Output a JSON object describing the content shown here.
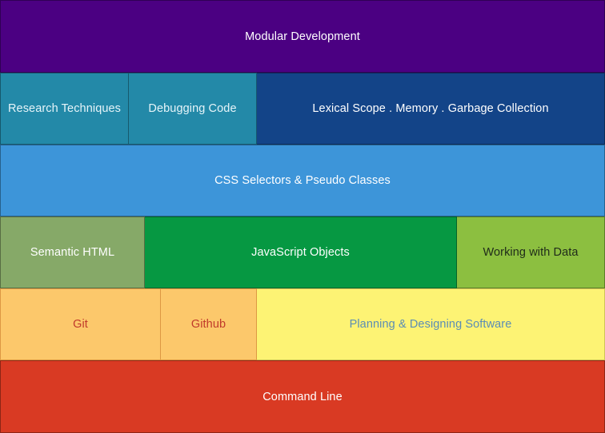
{
  "diagram": {
    "rows": [
      {
        "blocks": [
          {
            "label": "Modular Development",
            "color": "#4b0082"
          }
        ]
      },
      {
        "blocks": [
          {
            "label": "Research Techniques",
            "color": "#2389a8"
          },
          {
            "label": "Debugging Code",
            "color": "#2389a8"
          },
          {
            "label": "Lexical Scope . Memory . Garbage Collection",
            "color": "#134488"
          }
        ]
      },
      {
        "blocks": [
          {
            "label": "CSS Selectors & Pseudo Classes",
            "color": "#3d95d9"
          }
        ]
      },
      {
        "blocks": [
          {
            "label": "Semantic HTML",
            "color": "#86a968"
          },
          {
            "label": "JavaScript Objects",
            "color": "#069842"
          },
          {
            "label": "Working with Data",
            "color": "#8cbf40"
          }
        ]
      },
      {
        "blocks": [
          {
            "label": "Git",
            "color": "#fcc86b"
          },
          {
            "label": "Github",
            "color": "#fcc86b"
          },
          {
            "label": "Planning & Designing Software",
            "color": "#fdf374"
          }
        ]
      },
      {
        "blocks": [
          {
            "label": "Command Line",
            "color": "#d93a23"
          }
        ]
      }
    ]
  }
}
